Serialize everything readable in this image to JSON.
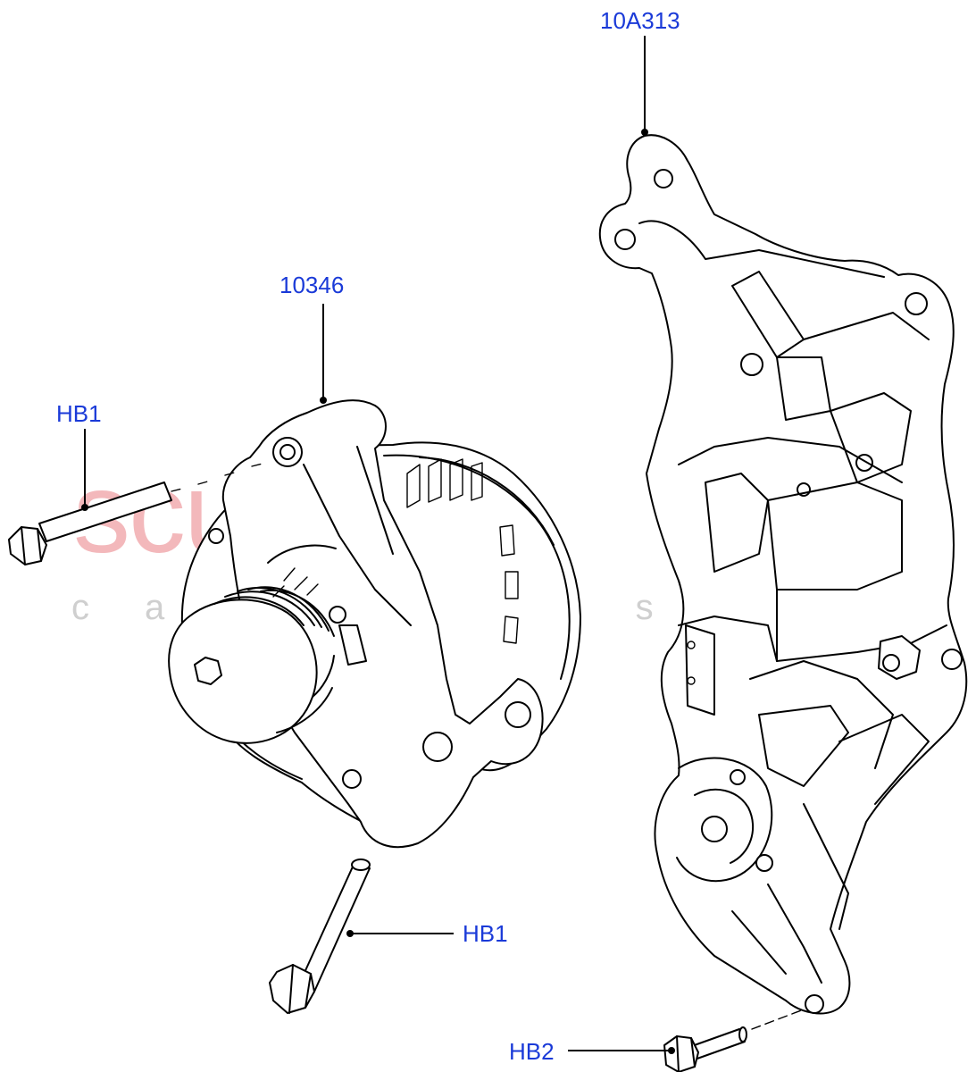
{
  "watermark": {
    "main": "scuderia",
    "sub": "car parts"
  },
  "callouts": {
    "bracket": "10A313",
    "alternator": "10346",
    "bolt_horizontal": "HB1",
    "bolt_lower": "HB1",
    "bolt_bracket": "HB2"
  },
  "colors": {
    "callout": "#1a3ad8",
    "watermark_main": "#f3b8bb",
    "watermark_sub": "#cfcfcf",
    "line": "#000000"
  }
}
